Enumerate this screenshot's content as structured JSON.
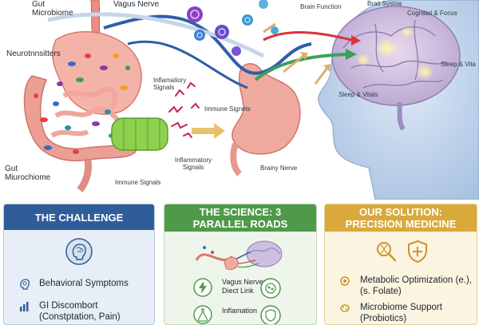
{
  "illustration": {
    "labels": {
      "gut_microbiome_top": [
        "Gut",
        "Microbiome"
      ],
      "vagus_nerve": "Vagus Nerve",
      "neurotransmitters": "Neurotnnsitters",
      "inflammatory_signals_1": [
        "Inflamatiory",
        "Signals"
      ],
      "immune_signets": "Immune Signets",
      "inflammatory_signals_2": [
        "Inflammatory",
        "Signals"
      ],
      "gut_microbiome_bottom": [
        "Gut",
        "Miurochiome"
      ],
      "immune_signals": "Immune Signals",
      "brainy_nerve": "Brainy Nerve",
      "brain_function": "Brain Function",
      "brain_system": "Brait Systoa",
      "cognitive_focus": "Cognitiol & Focus",
      "sleep_vitals_right": "Sleep & Vita",
      "sleep_vitals_left": "Sleep & Vitals"
    }
  },
  "panels": {
    "challenge": {
      "title": "THE CHALLENGE",
      "items": [
        {
          "icon": "brain-head-icon",
          "text": "Behavioral Symptoms"
        },
        {
          "icon": "stomach-chart-icon",
          "text": "GI Discombort",
          "text2": "(Constptation, Pain)"
        }
      ]
    },
    "science": {
      "title_line1": "THE SCIENCE: 3",
      "title_line2": "PARALLEL ROADS",
      "items": [
        {
          "icon": "lightning-icon",
          "text": "Vagus Nerve:",
          "text2": "Diect Link"
        },
        {
          "icon": "flask-icon",
          "text": "Inflamation"
        }
      ]
    },
    "solution": {
      "title_line1": "OUR SOLUTION:",
      "title_line2": "PRECISION MEDICINE",
      "items": [
        {
          "icon": "metabolic-icon",
          "text": "Metabolic Optimization (e.),",
          "text2": "(s. Folate)"
        },
        {
          "icon": "microbe-icon",
          "text": "Microbiome Support",
          "text2": "(Probiotics)"
        }
      ]
    }
  },
  "colors": {
    "challenge": "#2f5d9a",
    "science": "#4f9a4a",
    "solution": "#d9a93c",
    "vagus_nerve": "#2e5fa8",
    "head": "#b8cde8"
  }
}
